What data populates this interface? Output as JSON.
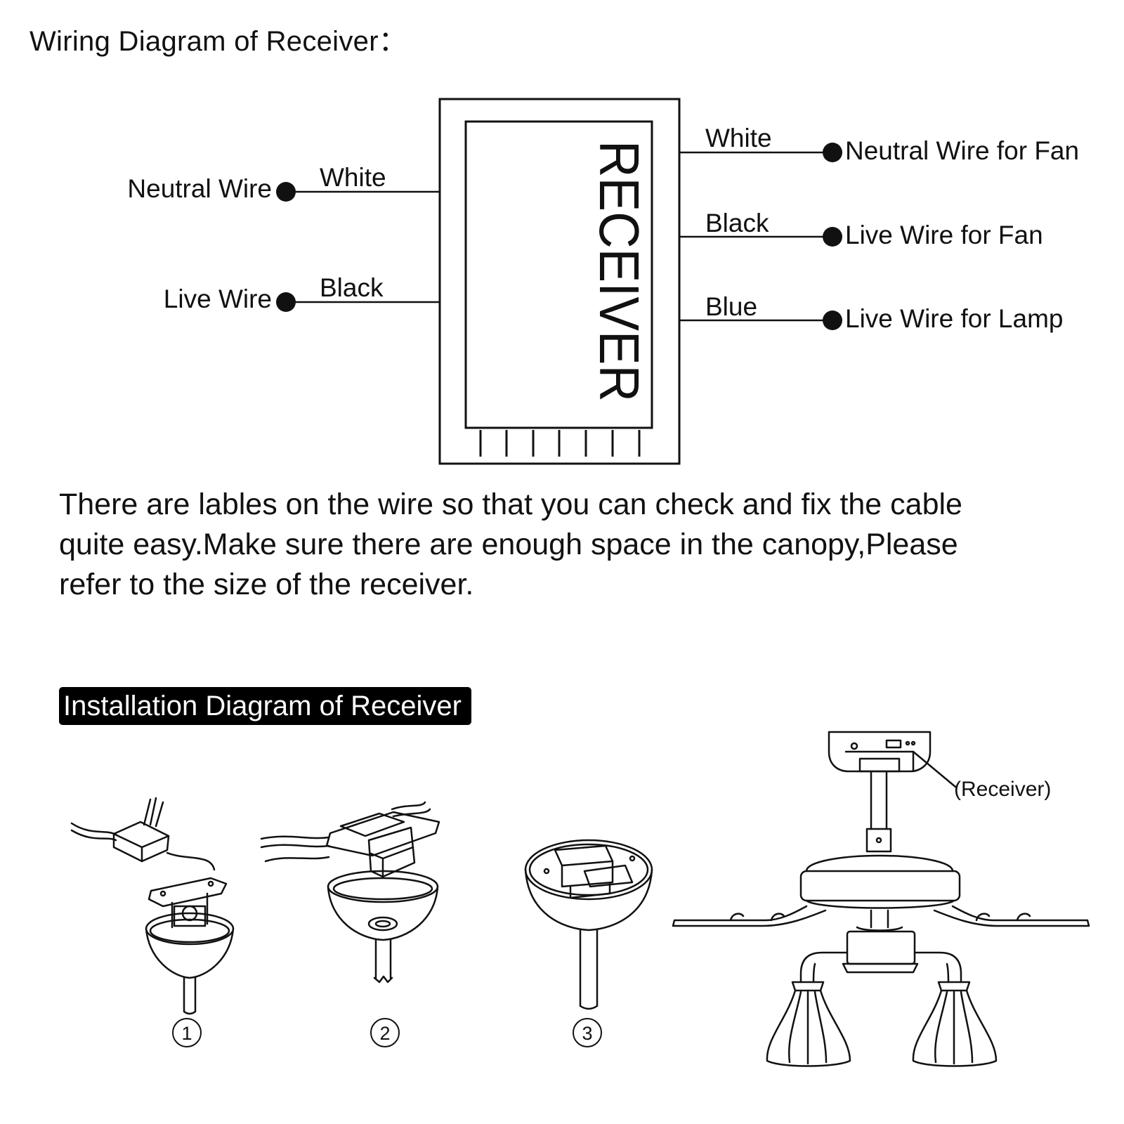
{
  "header": {
    "title": "Wiring Diagram of Receiver："
  },
  "receiver_box": {
    "label": "RECEIVER"
  },
  "input_wires": [
    {
      "terminal": "Neutral Wire",
      "color": "White"
    },
    {
      "terminal": "Live Wire",
      "color": "Black"
    }
  ],
  "output_wires": [
    {
      "color": "White",
      "terminal": "Neutral Wire for Fan"
    },
    {
      "color": "Black",
      "terminal": "Live Wire for Fan"
    },
    {
      "color": "Blue",
      "terminal": "Live Wire for Lamp"
    }
  ],
  "description": {
    "lines": [
      "There are lables on the wire so that you can check and fix the cable",
      "quite easy.Make sure there are enough space in the canopy,Please",
      "refer to the size of the receiver."
    ]
  },
  "installation": {
    "title": "Installation Diagram of Receiver",
    "steps": [
      "1",
      "2",
      "3"
    ],
    "fan_callout": "(Receiver)"
  }
}
